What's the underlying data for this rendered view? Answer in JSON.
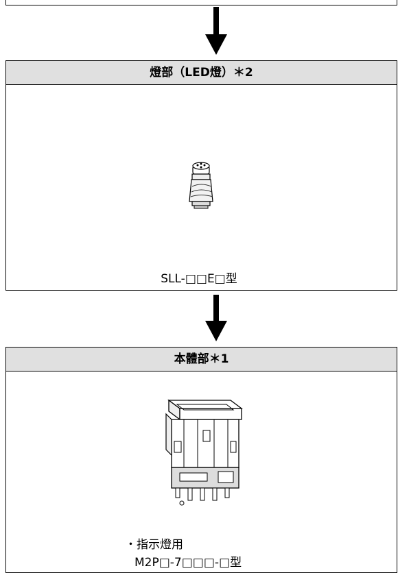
{
  "boxes": [
    {
      "header": "燈部（LED燈）＊2",
      "caption": "SLL-□□E□型"
    },
    {
      "header": "本體部＊1",
      "caption_line1": "・指示燈用",
      "caption_line2": "M2P□-7□□□-□型"
    }
  ]
}
